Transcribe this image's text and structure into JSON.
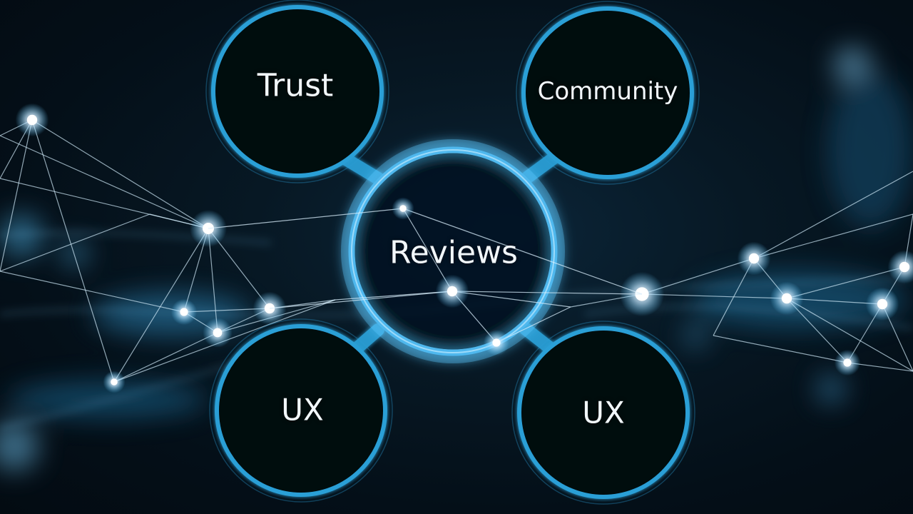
{
  "diagram": {
    "center": {
      "label": "Reviews"
    },
    "satellites": [
      {
        "id": "trust",
        "label": "Trust"
      },
      {
        "id": "community",
        "label": "Community"
      },
      {
        "id": "ux-left",
        "label": "UX"
      },
      {
        "id": "ux-right",
        "label": "UX"
      }
    ]
  },
  "colors": {
    "background": "#04101a",
    "ring": "#2b9fd6",
    "ring_glow": "#5cc8ff",
    "node": "#ffffff",
    "line": "#cfe8f7",
    "text": "#f2f7fb"
  }
}
